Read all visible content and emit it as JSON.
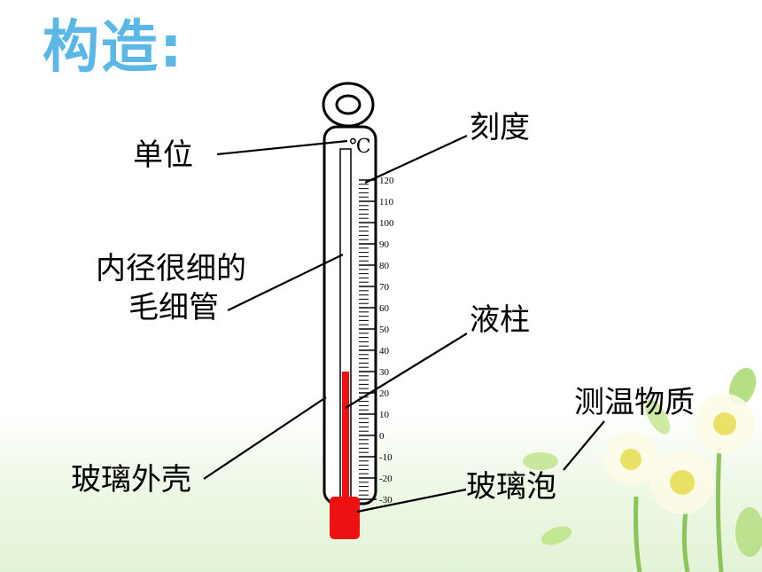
{
  "title": "构造:",
  "labels": {
    "unit": "单位",
    "scale": "刻度",
    "capillary_line1": "内径很细的",
    "capillary_line2": "毛细管",
    "liquid_column": "液柱",
    "thermometric_substance": "测温物质",
    "glass_shell": "玻璃外壳",
    "glass_bulb": "玻璃泡"
  },
  "thermometer": {
    "unit_symbol": "℃",
    "scale_min": -30,
    "scale_max": 120,
    "scale_step": 10,
    "tick_labels": [
      "120",
      "110",
      "100",
      "90",
      "80",
      "70",
      "60",
      "50",
      "40",
      "30",
      "20",
      "10",
      "0",
      "-10",
      "-20",
      "-30"
    ],
    "liquid_level": 30,
    "liquid_color": "#ee1111"
  },
  "colors": {
    "title": "#5bb7e6",
    "background_bottom": "#e3f3d7",
    "flower_petal": "#fdfbe8",
    "flower_center": "#e8e05a",
    "leaf": "#a9d86e"
  }
}
